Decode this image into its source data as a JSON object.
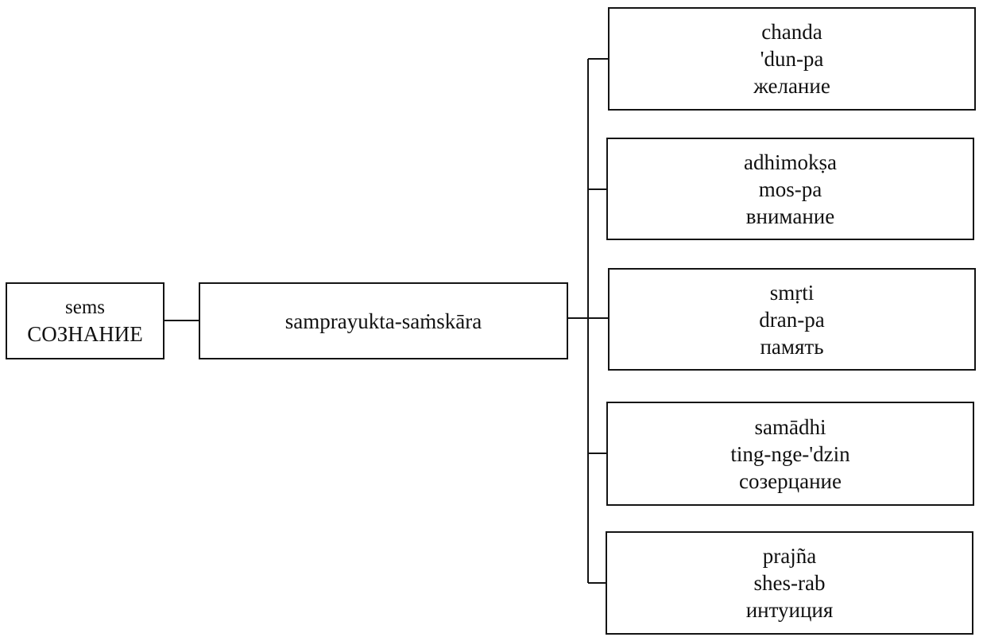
{
  "root": {
    "line1": "sems",
    "line2": "СОЗНАНИЕ"
  },
  "middle": {
    "label": "samprayukta-saṁskāra"
  },
  "leaves": [
    {
      "sanskrit": "chanda",
      "tibetan": "'dun-pa",
      "russian": "желание"
    },
    {
      "sanskrit": "adhimokṣa",
      "tibetan": "mos-pa",
      "russian": "внимание"
    },
    {
      "sanskrit": "smṛti",
      "tibetan": "dran-pa",
      "russian": "память"
    },
    {
      "sanskrit": "samādhi",
      "tibetan": "ting-nge-'dzin",
      "russian": "созерцание"
    },
    {
      "sanskrit": "prajña",
      "tibetan": "shes-rab",
      "russian": "интуиция"
    }
  ]
}
